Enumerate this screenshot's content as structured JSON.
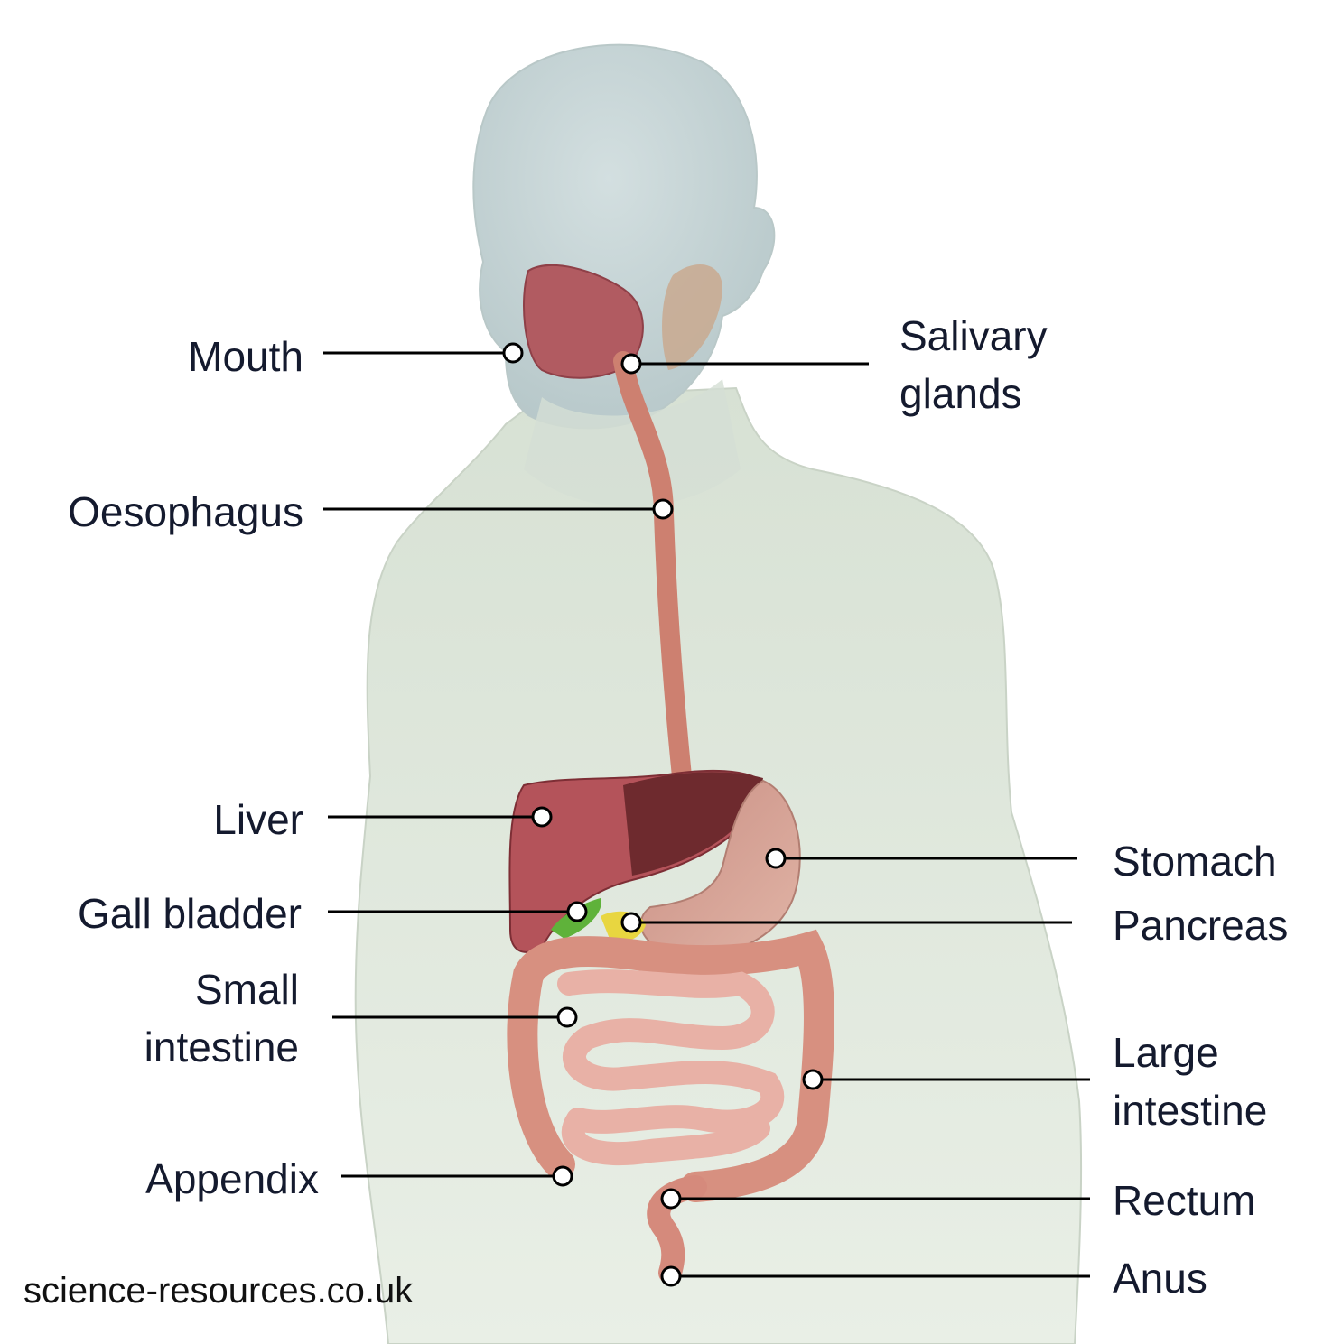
{
  "labels": {
    "mouth": "Mouth",
    "salivary_glands": "Salivary\nglands",
    "oesophagus": "Oesophagus",
    "liver": "Liver",
    "stomach": "Stomach",
    "gall_bladder": "Gall bladder",
    "pancreas": "Pancreas",
    "small_intestine": "Small\nintestine",
    "large_intestine": "Large\nintestine",
    "appendix": "Appendix",
    "rectum": "Rectum",
    "anus": "Anus"
  },
  "watermark": "science-resources.co.uk",
  "colors": {
    "body": "#dfe7da",
    "head": "#c9d6d6",
    "organ_dark": "#6e2a2e",
    "organ": "#b75a5a",
    "intestine": "#e3a79a",
    "gall_bladder": "#5fb23a",
    "pancreas": "#e8d640",
    "leader": "#000000"
  }
}
